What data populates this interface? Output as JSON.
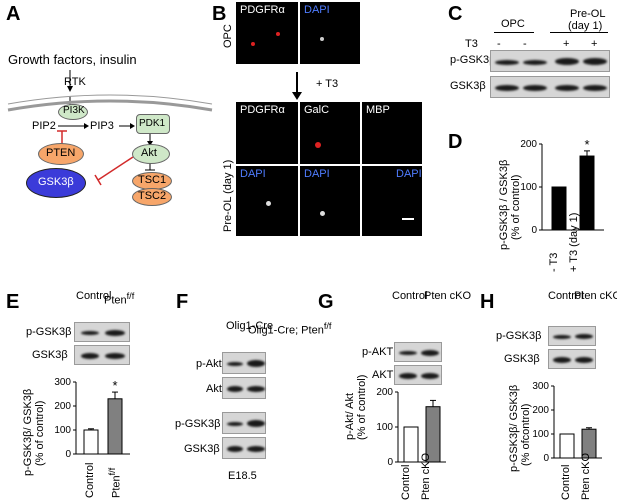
{
  "panels": {
    "A": {
      "label": "A",
      "title": "Growth factors, insulin",
      "nodes": {
        "rtk": "RTK",
        "pi3k": "PI3K",
        "pip2": "PIP2",
        "pip3": "PIP3",
        "pdk1": "PDK1",
        "pten": "PTEN",
        "akt": "Akt",
        "gsk3b": "GSK3β",
        "tsc1": "TSC1",
        "tsc2": "TSC2"
      },
      "colors": {
        "green": "#cfe8c8",
        "orange": "#f7a66a",
        "blue": "#3b3bd9",
        "red": "#d22a2a"
      }
    },
    "B": {
      "label": "B",
      "top_row_label": "OPC",
      "bottom_row_label": "Pre-OL (day 1)",
      "treatment": "+ T3",
      "tiles": {
        "opc_pdgfra": "PDGFRα",
        "opc_dapi": "DAPI",
        "pre_pdgfra": "PDGFRα",
        "pre_galc": "GalC",
        "pre_mbp": "MBP",
        "pre_dapi_1": "DAPI",
        "pre_dapi_2": "DAPI",
        "pre_dapi_3": "DAPI"
      }
    },
    "C": {
      "label": "C",
      "group1": "OPC",
      "group2_line1": "Pre-OL",
      "group2_line2": "(day 1)",
      "t3_label": "T3",
      "t3_signs": [
        "-",
        "-",
        "+",
        "+"
      ],
      "rows": [
        "p-GSK3β",
        "GSK3β"
      ]
    },
    "D": {
      "label": "D",
      "ylabel_line1": "p-GSK3β / GSK3β",
      "ylabel_line2": "(% of control)",
      "xlabels": [
        "- T3",
        "+ T3 (day 1)"
      ],
      "yticks": [
        "0",
        "100",
        "200"
      ],
      "star": "*"
    },
    "E": {
      "label": "E",
      "lanes": [
        "Control",
        "Pten"
      ],
      "lane_sup": "f/f",
      "rows": [
        "p-GSK3β",
        "GSK3β"
      ],
      "ylabel_line1": "p-GSK3β/ GSK3β",
      "ylabel_line2": "(% of control)",
      "yticks": [
        "0",
        "100",
        "200",
        "300"
      ],
      "xlabels": [
        "Control",
        "Pten"
      ],
      "star": "*"
    },
    "F": {
      "label": "F",
      "lanes": [
        "Olig1-Cre",
        "Olig1-Cre; Pten"
      ],
      "lane_sup": "f/f",
      "rows": [
        "p-Akt",
        "Akt",
        "p-GSK3β",
        "GSK3β"
      ],
      "stage": "E18.5"
    },
    "G": {
      "label": "G",
      "lanes": [
        "Control",
        "Pten cKO"
      ],
      "rows": [
        "p-AKT",
        "AKT"
      ],
      "ylabel_line1": "p-Akt/ Akt",
      "ylabel_line2": "(% of control)",
      "yticks": [
        "0",
        "100",
        "200"
      ],
      "xlabels": [
        "Control",
        "Pten cKO"
      ]
    },
    "H": {
      "label": "H",
      "lanes": [
        "Control",
        "Pten cKO"
      ],
      "rows": [
        "p-GSK3β",
        "GSK3β"
      ],
      "ylabel_line1": "p-GSK3β/ GSK3β",
      "ylabel_line2": "(% ofcontrol)",
      "yticks": [
        "0",
        "100",
        "200",
        "300"
      ],
      "xlabels": [
        "Control",
        "Pten cKO"
      ]
    }
  },
  "chart_data": [
    {
      "id": "D",
      "type": "bar",
      "categories": [
        "- T3",
        "+ T3 (day 1)"
      ],
      "values": [
        100,
        172
      ],
      "errors": [
        0,
        12
      ],
      "ylabel": "p-GSK3β / GSK3β (% of control)",
      "ylim": [
        0,
        200
      ],
      "fills": [
        "#000000",
        "#000000"
      ]
    },
    {
      "id": "E",
      "type": "bar",
      "categories": [
        "Control",
        "Pten f/f"
      ],
      "values": [
        100,
        230
      ],
      "errors": [
        5,
        28
      ],
      "ylabel": "p-GSK3β/ GSK3β (% of control)",
      "ylim": [
        0,
        300
      ],
      "fills": [
        "#ffffff",
        "#808080"
      ]
    },
    {
      "id": "G",
      "type": "bar",
      "categories": [
        "Control",
        "Pten cKO"
      ],
      "values": [
        100,
        158
      ],
      "errors": [
        0,
        18
      ],
      "ylabel": "p-Akt/ Akt (% of control)",
      "ylim": [
        0,
        200
      ],
      "fills": [
        "#ffffff",
        "#808080"
      ]
    },
    {
      "id": "H",
      "type": "bar",
      "categories": [
        "Control",
        "Pten cKO"
      ],
      "values": [
        100,
        120
      ],
      "errors": [
        0,
        6
      ],
      "ylabel": "p-GSK3β/ GSK3β (% ofcontrol)",
      "ylim": [
        0,
        300
      ],
      "fills": [
        "#ffffff",
        "#808080"
      ]
    }
  ]
}
